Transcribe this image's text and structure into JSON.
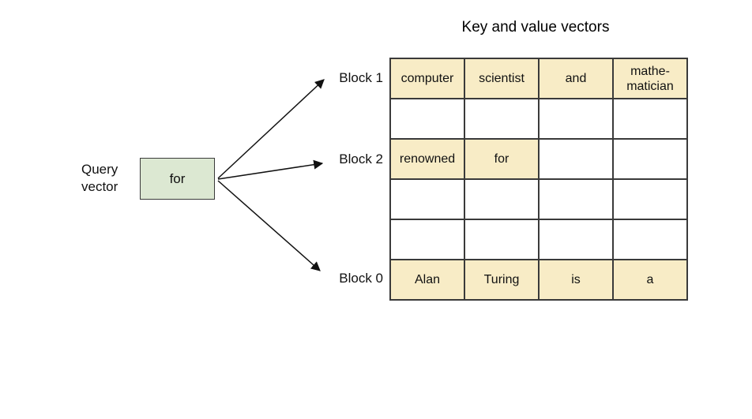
{
  "title": "Key and value vectors",
  "query": {
    "label": "Query\nvector",
    "box_text": "for"
  },
  "blocks": [
    {
      "label": "Block 1"
    },
    {
      "label": "Block 2"
    },
    {
      "label": "Block 0"
    }
  ],
  "table": {
    "rows": [
      {
        "cells": [
          {
            "text": "computer",
            "highlight": true
          },
          {
            "text": "scientist",
            "highlight": true
          },
          {
            "text": "and",
            "highlight": true
          },
          {
            "text": "mathe-\nmatician",
            "highlight": true
          }
        ]
      },
      {
        "cells": [
          {
            "text": "",
            "highlight": false
          },
          {
            "text": "",
            "highlight": false
          },
          {
            "text": "",
            "highlight": false
          },
          {
            "text": "",
            "highlight": false
          }
        ]
      },
      {
        "cells": [
          {
            "text": "renowned",
            "highlight": true
          },
          {
            "text": "for",
            "highlight": true
          },
          {
            "text": "",
            "highlight": false
          },
          {
            "text": "",
            "highlight": false
          }
        ]
      },
      {
        "cells": [
          {
            "text": "",
            "highlight": false
          },
          {
            "text": "",
            "highlight": false
          },
          {
            "text": "",
            "highlight": false
          },
          {
            "text": "",
            "highlight": false
          }
        ]
      },
      {
        "cells": [
          {
            "text": "",
            "highlight": false
          },
          {
            "text": "",
            "highlight": false
          },
          {
            "text": "",
            "highlight": false
          },
          {
            "text": "",
            "highlight": false
          }
        ]
      },
      {
        "cells": [
          {
            "text": "Alan",
            "highlight": true
          },
          {
            "text": "Turing",
            "highlight": true
          },
          {
            "text": "is",
            "highlight": true
          },
          {
            "text": "a",
            "highlight": true
          }
        ]
      }
    ]
  },
  "colors": {
    "cell_highlight": "#f8ecc6",
    "query_box_fill": "#dce8d2",
    "border": "#3a3a3a",
    "arrow": "#111111"
  }
}
